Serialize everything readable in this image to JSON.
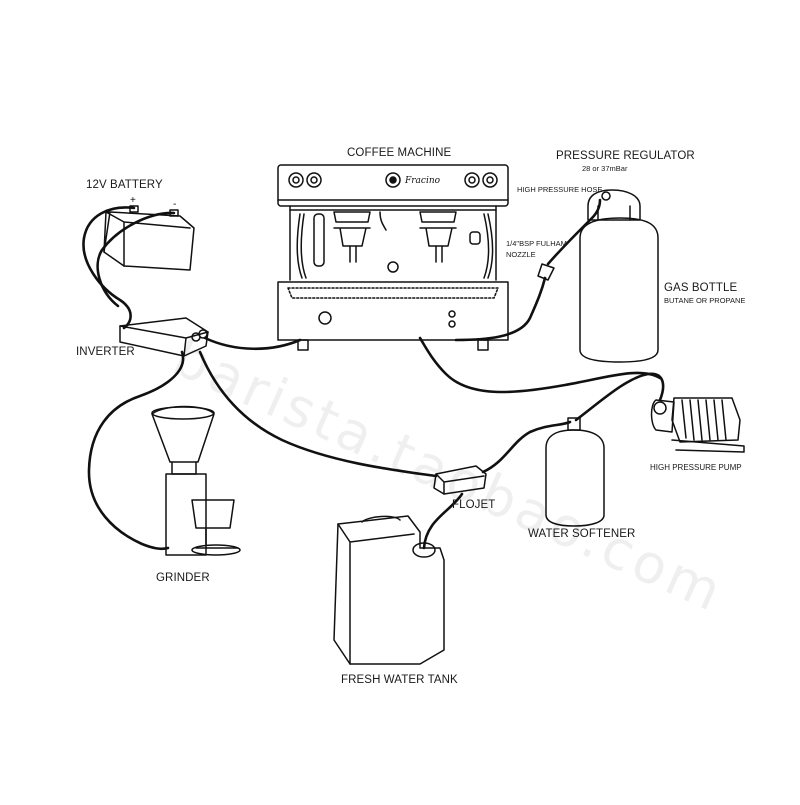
{
  "labels": {
    "coffee_machine": "COFFEE MACHINE",
    "pressure_regulator": "PRESSURE REGULATOR",
    "regulator_spec": "28 or 37mBar",
    "high_pressure_hose": "HIGH PRESSURE HOSE",
    "battery": "12V BATTERY",
    "battery_plus": "+",
    "battery_minus": "-",
    "nozzle_line1": "1/4\"BSP FULHAM",
    "nozzle_line2": "NOZZLE",
    "gas_bottle": "GAS BOTTLE",
    "gas_bottle_sub": "BUTANE OR PROPANE",
    "inverter": "INVERTER",
    "high_pressure_pump": "HIGH PRESSURE PUMP",
    "flojet": "FLOJET",
    "water_softener": "WATER SOFTENER",
    "grinder": "GRINDER",
    "fresh_water_tank": "FRESH WATER TANK",
    "brand": "Fracino"
  },
  "watermark": "barista.taobao.com",
  "colors": {
    "line": "#111111",
    "background": "#ffffff"
  }
}
